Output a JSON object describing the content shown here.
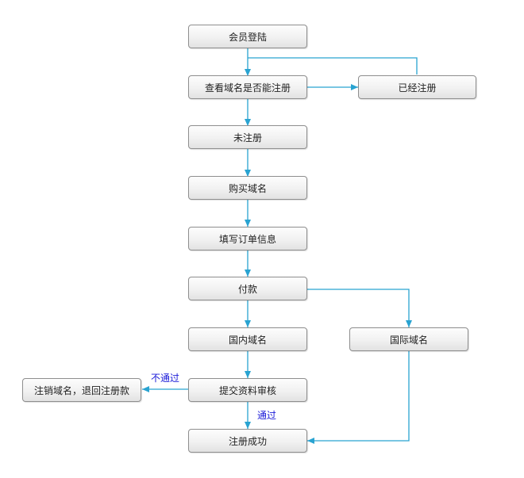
{
  "nodes": {
    "login": "会员登陆",
    "check_domain": "查看域名是否能注册",
    "already_registered": "已经注册",
    "not_registered": "未注册",
    "buy_domain": "购买域名",
    "fill_order": "填写订单信息",
    "payment": "付款",
    "domestic_domain": "国内域名",
    "international_domain": "国际域名",
    "submit_review": "提交资料审核",
    "cancel_refund": "注销域名，退回注册款",
    "register_success": "注册成功"
  },
  "edge_labels": {
    "fail": "不通过",
    "pass": "通过"
  },
  "colors": {
    "connector": "#29a3d1",
    "edge_label": "#1a1ad8",
    "node_border": "#8e8e8e"
  }
}
